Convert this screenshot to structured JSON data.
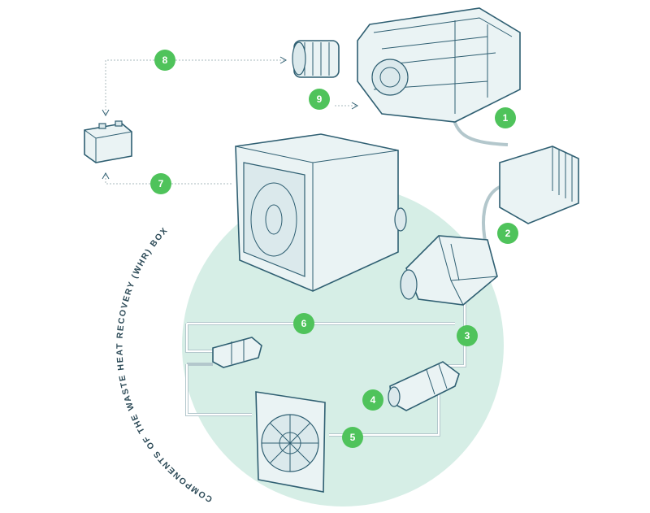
{
  "diagram": {
    "caption": "COMPONENTS OF THE WASTE HEAT RECOVERY (WHR) BOX",
    "badges": [
      "1",
      "2",
      "3",
      "4",
      "5",
      "6",
      "7",
      "8",
      "9"
    ],
    "colors": {
      "badge": "#4fc35b",
      "circle": "#d6eee6",
      "outline": "#2f5f72"
    }
  }
}
